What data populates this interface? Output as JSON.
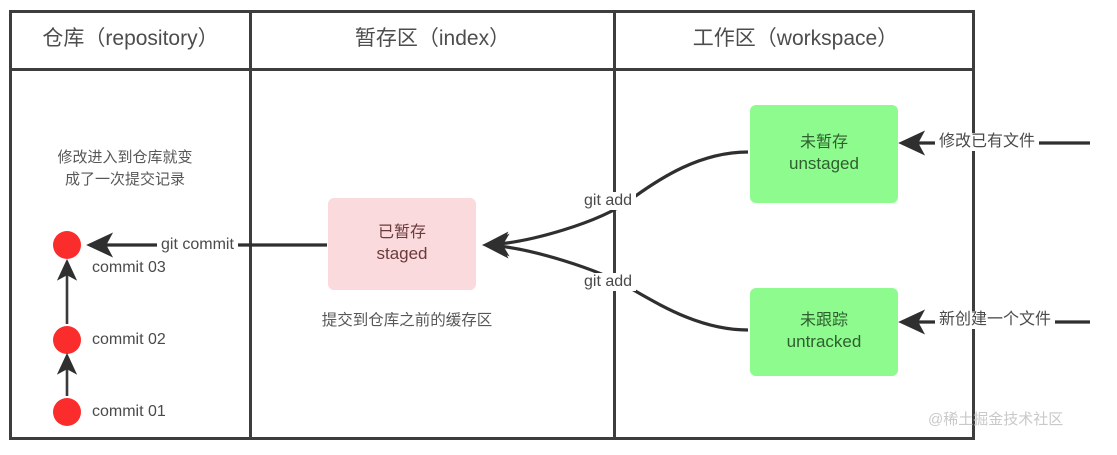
{
  "columns": [
    {
      "title": "仓库（repository）"
    },
    {
      "title": "暂存区（index）"
    },
    {
      "title": "工作区（workspace）"
    }
  ],
  "repository": {
    "note": "修改进入到仓库就变\n成了一次提交记录",
    "commits": [
      {
        "label": "commit  03"
      },
      {
        "label": "commit  02"
      },
      {
        "label": "commit  01"
      }
    ]
  },
  "index": {
    "box": {
      "cn": "已暂存",
      "en": "staged"
    },
    "note": "提交到仓库之前的缓存区"
  },
  "workspace": {
    "unstaged": {
      "cn": "未暂存",
      "en": "unstaged"
    },
    "untracked": {
      "cn": "未跟踪",
      "en": "untracked"
    }
  },
  "edges": {
    "git_commit": "git commit",
    "git_add_top": "git add",
    "git_add_bottom": "git add",
    "modify_existing_file": "修改已有文件",
    "create_new_file": "新创建一个文件"
  },
  "watermark": "@稀土掘金技术社区",
  "colors": {
    "border": "#3d3d3d",
    "commit_dot": "#fb2c2c",
    "staged_fill": "#fadadd",
    "staged_text": "#6b3b3b",
    "green_fill": "#8dfb8d",
    "green_text": "#2f5e2f",
    "text": "#4a4a4a",
    "watermark": "#c9c9c9"
  }
}
